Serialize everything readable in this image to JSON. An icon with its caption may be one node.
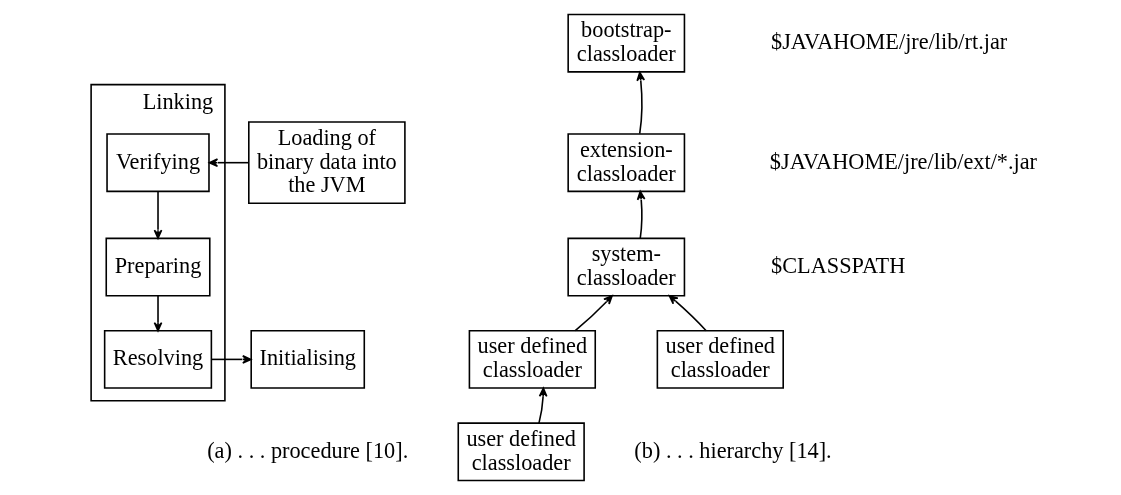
{
  "diagram": {
    "nodes": [
      {
        "text": [
          "Linking"
        ]
      },
      {
        "text": [
          "Loading of binary data into the JVM"
        ]
      },
      {
        "text": [
          "Verifying"
        ],
        "in": 0
      },
      {
        "text": [
          "Preparing"
        ],
        "in": 0
      },
      {
        "text": [
          "Resolving"
        ],
        "in": 0
      },
      {
        "text": [
          "Initialising"
        ]
      },
      {
        "text": [
          "bootstrap- classloader"
        ],
        "beside": [
          "$JAVAHOME/jre/lib/rt.jar"
        ]
      },
      {
        "text": [
          "extension- classloader"
        ],
        "beside": [
          "$JAVAHOME/jre/lib/ext/*.jar"
        ]
      },
      {
        "text": [
          "system- classloader"
        ],
        "beside": [
          "$CLASSPATH"
        ]
      },
      {
        "text": [
          "user defined classloader"
        ]
      },
      {
        "text": [
          "user defined classloader"
        ]
      },
      {
        "text": [
          "user defined classloader"
        ]
      }
    ],
    "edges": [
      {
        "from": 1,
        "to": 2,
        "arrow": "to"
      },
      {
        "from": 2,
        "to": 3,
        "arrow": "to"
      },
      {
        "from": 3,
        "to": 4,
        "arrow": "to"
      },
      {
        "from": 4,
        "to": 5,
        "arrow": "to"
      },
      {
        "from": 7,
        "to": 6,
        "arrow": "to"
      },
      {
        "from": 8,
        "to": 7,
        "arrow": "to"
      },
      {
        "from": 9,
        "to": 8,
        "arrow": "to"
      },
      {
        "from": 10,
        "to": 8,
        "arrow": "to"
      },
      {
        "from": 11,
        "to": 9,
        "arrow": "to"
      }
    ],
    "labels": [
      "(a) . . . procedure [10].",
      "(b) . . . hierarchy [14]."
    ]
  }
}
